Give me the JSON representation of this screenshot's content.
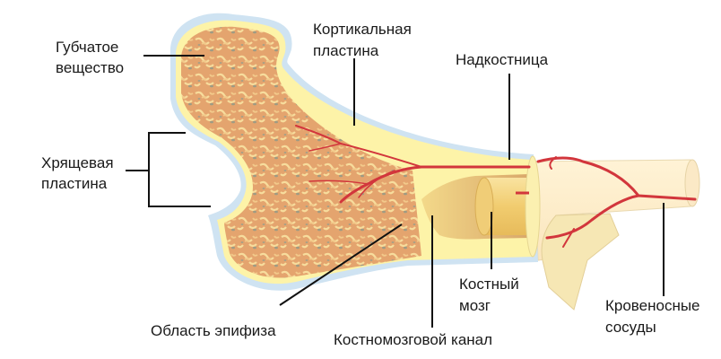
{
  "title": "Строение кости",
  "colors": {
    "periosteum": "#cfe3f2",
    "cortical": "#fdf3a8",
    "spongy_base": "#e9b27a",
    "spongy_light": "#f6d99a",
    "marrow": "#f3d27a",
    "vessel": "#d2363c"
  },
  "labels": {
    "spongy": [
      "Губчатое",
      "вещество"
    ],
    "cortical": [
      "Кортикальная",
      "пластина"
    ],
    "periosteum": [
      "Надкостница"
    ],
    "cartilage": [
      "Хрящевая",
      "пластина"
    ],
    "epiphysis": [
      "Область эпифиза"
    ],
    "canal": [
      "Костномозговой канал"
    ],
    "marrow": [
      "Костный",
      "мозг"
    ],
    "vessels": [
      "Кровеносные",
      "сосуды"
    ]
  }
}
